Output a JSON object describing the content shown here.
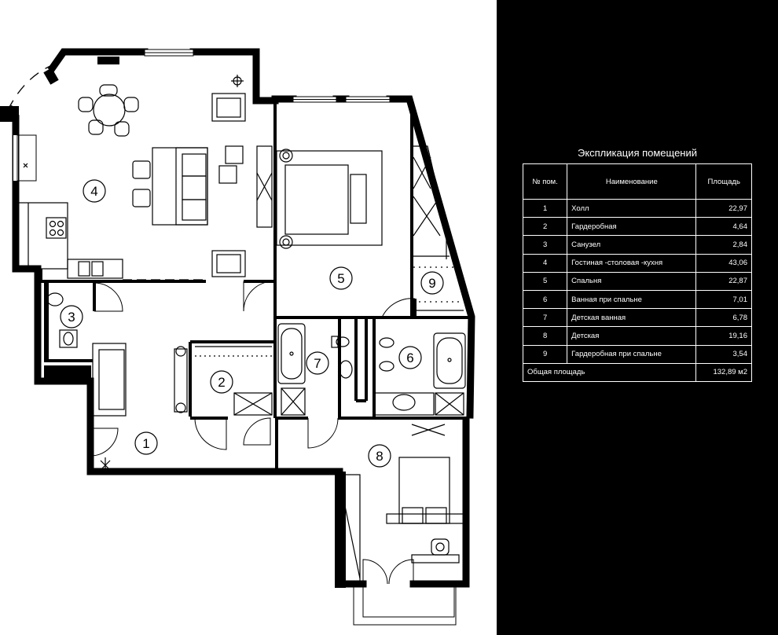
{
  "explication": {
    "title": "Экспликация помещений",
    "headers": {
      "num": "№ пом.",
      "name": "Наименование",
      "area": "Площадь"
    },
    "rows": [
      {
        "num": "1",
        "name": "Холл",
        "area": "22,97"
      },
      {
        "num": "2",
        "name": "Гардеробная",
        "area": "4,64"
      },
      {
        "num": "3",
        "name": "Санузел",
        "area": "2,84"
      },
      {
        "num": "4",
        "name": "Гостиная -столовая -кухня",
        "area": "43,06"
      },
      {
        "num": "5",
        "name": "Спальня",
        "area": "22,87"
      },
      {
        "num": "6",
        "name": "Ванная при спальне",
        "area": "7,01"
      },
      {
        "num": "7",
        "name": "Детская ванная",
        "area": "6,78"
      },
      {
        "num": "8",
        "name": "Детская",
        "area": "19,16"
      },
      {
        "num": "9",
        "name": "Гардеробная при спальне",
        "area": "3,54"
      }
    ],
    "total": {
      "label": "Общая площадь",
      "value": "132,89 м2"
    }
  },
  "plan": {
    "room_markers": [
      "1",
      "2",
      "3",
      "4",
      "5",
      "6",
      "7",
      "8",
      "9"
    ]
  }
}
